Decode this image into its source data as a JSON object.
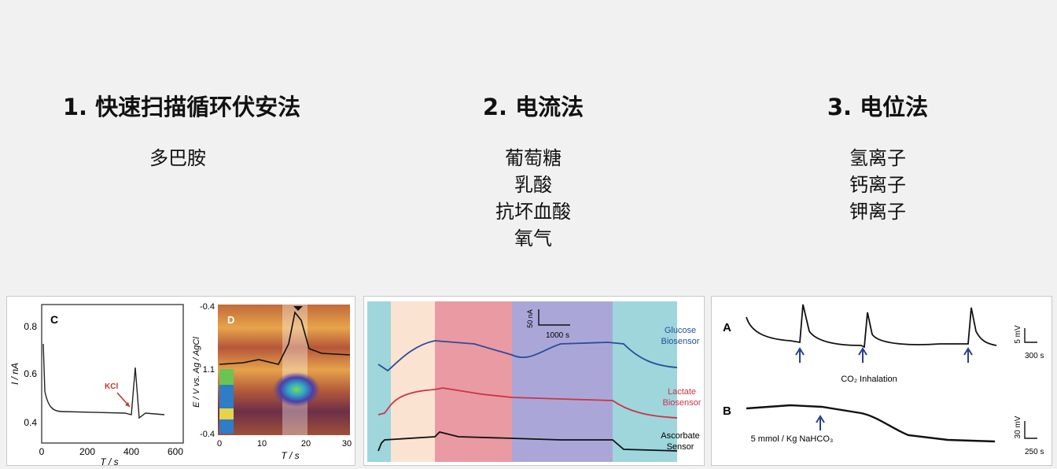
{
  "columns": [
    {
      "title": "1. 快速扫描循环伏安法",
      "items": [
        "多巴胺"
      ]
    },
    {
      "title": "2. 电流法",
      "items": [
        "葡萄糖",
        "乳酸",
        "抗坏血酸",
        "氧气"
      ]
    },
    {
      "title": "3. 电位法",
      "items": [
        "氢离子",
        "钙离子",
        "钾离子"
      ]
    }
  ],
  "figures": {
    "fscv": {
      "panel_c_label": "C",
      "panel_d_label": "D",
      "c_ylabel": "I / nA",
      "c_xlabel": "T / s",
      "c_yticks": [
        "0.8",
        "0.6",
        "0.4"
      ],
      "c_xticks": [
        "0",
        "200",
        "400",
        "600"
      ],
      "kcl_label": "KCl",
      "d_ylabel": "E / V vs. Ag / AgCl",
      "d_xlabel": "T / s",
      "d_yticks": [
        "-0.4",
        "1.1",
        "-0.4"
      ],
      "d_xticks": [
        "0",
        "10",
        "20",
        "30"
      ]
    },
    "amperometry": {
      "scale_current": "50 nA",
      "scale_time": "1000 s",
      "trace_glucose": [
        "Glucose",
        "Biosensor"
      ],
      "trace_lactate": [
        "Lactate",
        "Biosensor"
      ],
      "trace_ascorbate": [
        "Ascorbate",
        "Sensor"
      ],
      "colors": {
        "glucose": "#2a4d9a",
        "lactate": "#cc3344",
        "ascorbate": "#111111"
      }
    },
    "potentiometry": {
      "label_a": "A",
      "label_b": "B",
      "annot_a": "CO₂ Inhalation",
      "annot_b": "5 mmol / Kg NaHCO₃",
      "scale_a_v": "5 mV",
      "scale_a_t": "300 s",
      "scale_b_v": "30 mV",
      "scale_b_t": "250 s"
    }
  }
}
